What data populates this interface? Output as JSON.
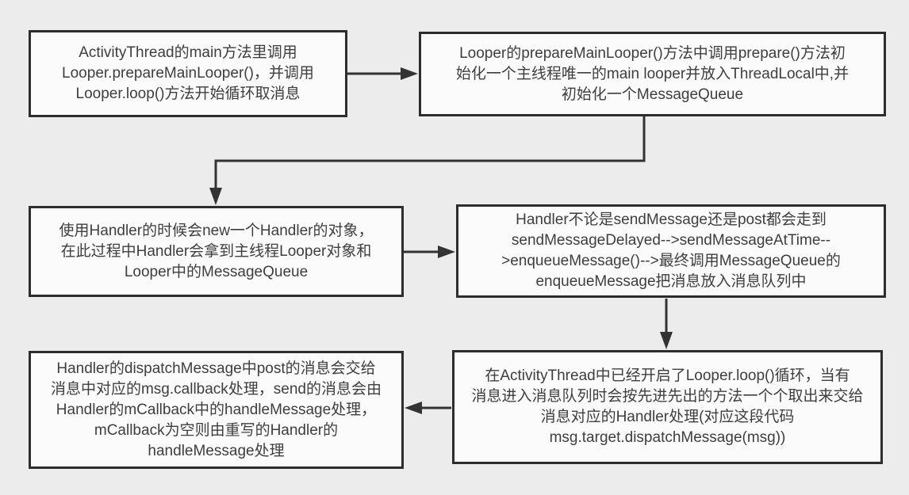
{
  "diagram": {
    "type": "flowchart",
    "language": "zh-CN",
    "topic_visible_keywords": "ActivityThread / Looper / Handler / MessageQueue",
    "colors": {
      "background": "#ececec",
      "box_fill": "#fbfbfb",
      "box_border": "#2d2d2d",
      "text": "#3e3e3e",
      "arrow": "#333333"
    }
  },
  "boxes": [
    {
      "name": "activitythread-main",
      "text": "ActivityThread的main方法里调用\nLooper.prepareMainLooper()，并调用\nLooper.loop()方法开始循环取消息"
    },
    {
      "name": "prepare-main-looper",
      "text": "Looper的prepareMainLooper()方法中调用prepare()方法初\n始化一个主线程唯一的main looper并放入ThreadLocal中,并\n初始化一个MessageQueue"
    },
    {
      "name": "new-handler",
      "text": "使用Handler的时候会new一个Handler的对象，\n在此过程中Handler会拿到主线程Looper对象和\nLooper中的MessageQueue"
    },
    {
      "name": "send-message-chain",
      "text": "Handler不论是sendMessage还是post都会走到\nsendMessageDelayed-->sendMessageAtTime--\n>enqueueMessage()-->最终调用MessageQueue的\nenqueueMessage把消息放入消息队列中"
    },
    {
      "name": "dispatch-message-handling",
      "text": "Handler的dispatchMessage中post的消息会交给\n消息中对应的msg.callback处理，send的消息会由\nHandler的mCallback中的handleMessage处理，\nmCallback为空则由重写的Handler的\nhandleMessage处理"
    },
    {
      "name": "looper-loop-fifo",
      "text": "在ActivityThread中已经开启了Looper.loop()循环，当有\n消息进入消息队列时会按先进先出的方法一个个取出来交给\n消息对应的Handler处理(对应这段代码\nmsg.target.dispatchMessage(msg))"
    }
  ],
  "connections": [
    {
      "from": "activitythread-main",
      "to": "prepare-main-looper",
      "shape": "right-arrow"
    },
    {
      "from": "prepare-main-looper",
      "to": "new-handler",
      "shape": "elbow-down-left-down-arrow"
    },
    {
      "from": "new-handler",
      "to": "send-message-chain",
      "shape": "right-arrow"
    },
    {
      "from": "send-message-chain",
      "to": "looper-loop-fifo",
      "shape": "down-arrow"
    },
    {
      "from": "looper-loop-fifo",
      "to": "dispatch-message-handling",
      "shape": "left-arrow"
    }
  ]
}
